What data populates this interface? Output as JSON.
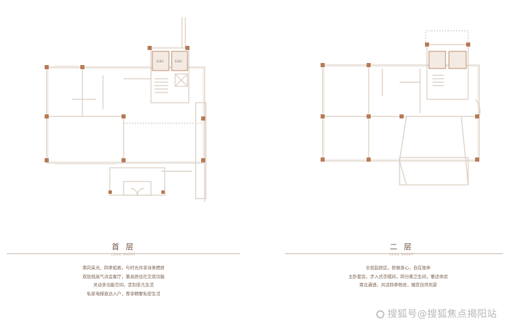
{
  "floors": [
    {
      "title": "首 层",
      "subtitle": "LOOK SHORT",
      "features": [
        "南向采光、四季如画，与时光共享诗意栖居",
        "双层挑高气派会客厅，兼具居住社交双功能",
        "灵动多功能空间，定制非凡生活",
        "私家电梯直达入户，尊享精奢私密生活"
      ]
    },
    {
      "title": "二 层",
      "subtitle": "LOOK SHORT",
      "features": [
        "全层起居区，舒展身心，自在独伴",
        "主卧套房，步入式衣帽间，四分离卫生间，奢适体验",
        "南北通透，共话四季物语，臻赏自然风景"
      ]
    }
  ],
  "watermark": "搜狐号@搜狐焦点揭阳站",
  "elevator_labels": [
    "ELEV.",
    "ELEV."
  ],
  "colors": {
    "wall": "#d8cbbf",
    "column": "#b77b57",
    "text": "#6f5240",
    "accent": "#c9b7a9"
  }
}
